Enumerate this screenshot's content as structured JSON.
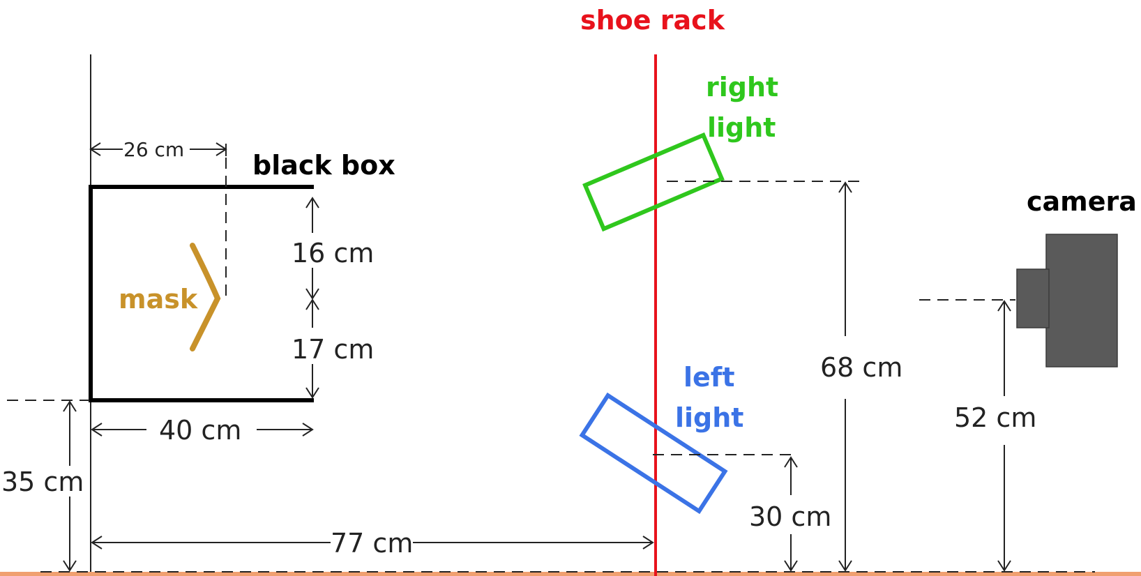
{
  "labels": {
    "shoe_rack": "shoe rack",
    "right_light": [
      "right",
      "light"
    ],
    "left_light": [
      "left",
      "light"
    ],
    "black_box": "black box",
    "camera": "camera",
    "mask": "mask"
  },
  "dimensions": {
    "box_depth_to_mask": "26 cm",
    "box_width": "40 cm",
    "upper_gap": "16 cm",
    "lower_gap": "17 cm",
    "box_height": "35 cm",
    "rack_distance": "77 cm",
    "right_light_height": "68 cm",
    "camera_height": "52 cm",
    "left_light_height": "30 cm"
  },
  "colors": {
    "shoe_rack": "#e8121c",
    "right_light": "#2fc71d",
    "left_light": "#3b73e6",
    "mask": "#c8922a",
    "camera": "#5a5a5a",
    "box": "#000000",
    "floor": "#f0a070"
  }
}
